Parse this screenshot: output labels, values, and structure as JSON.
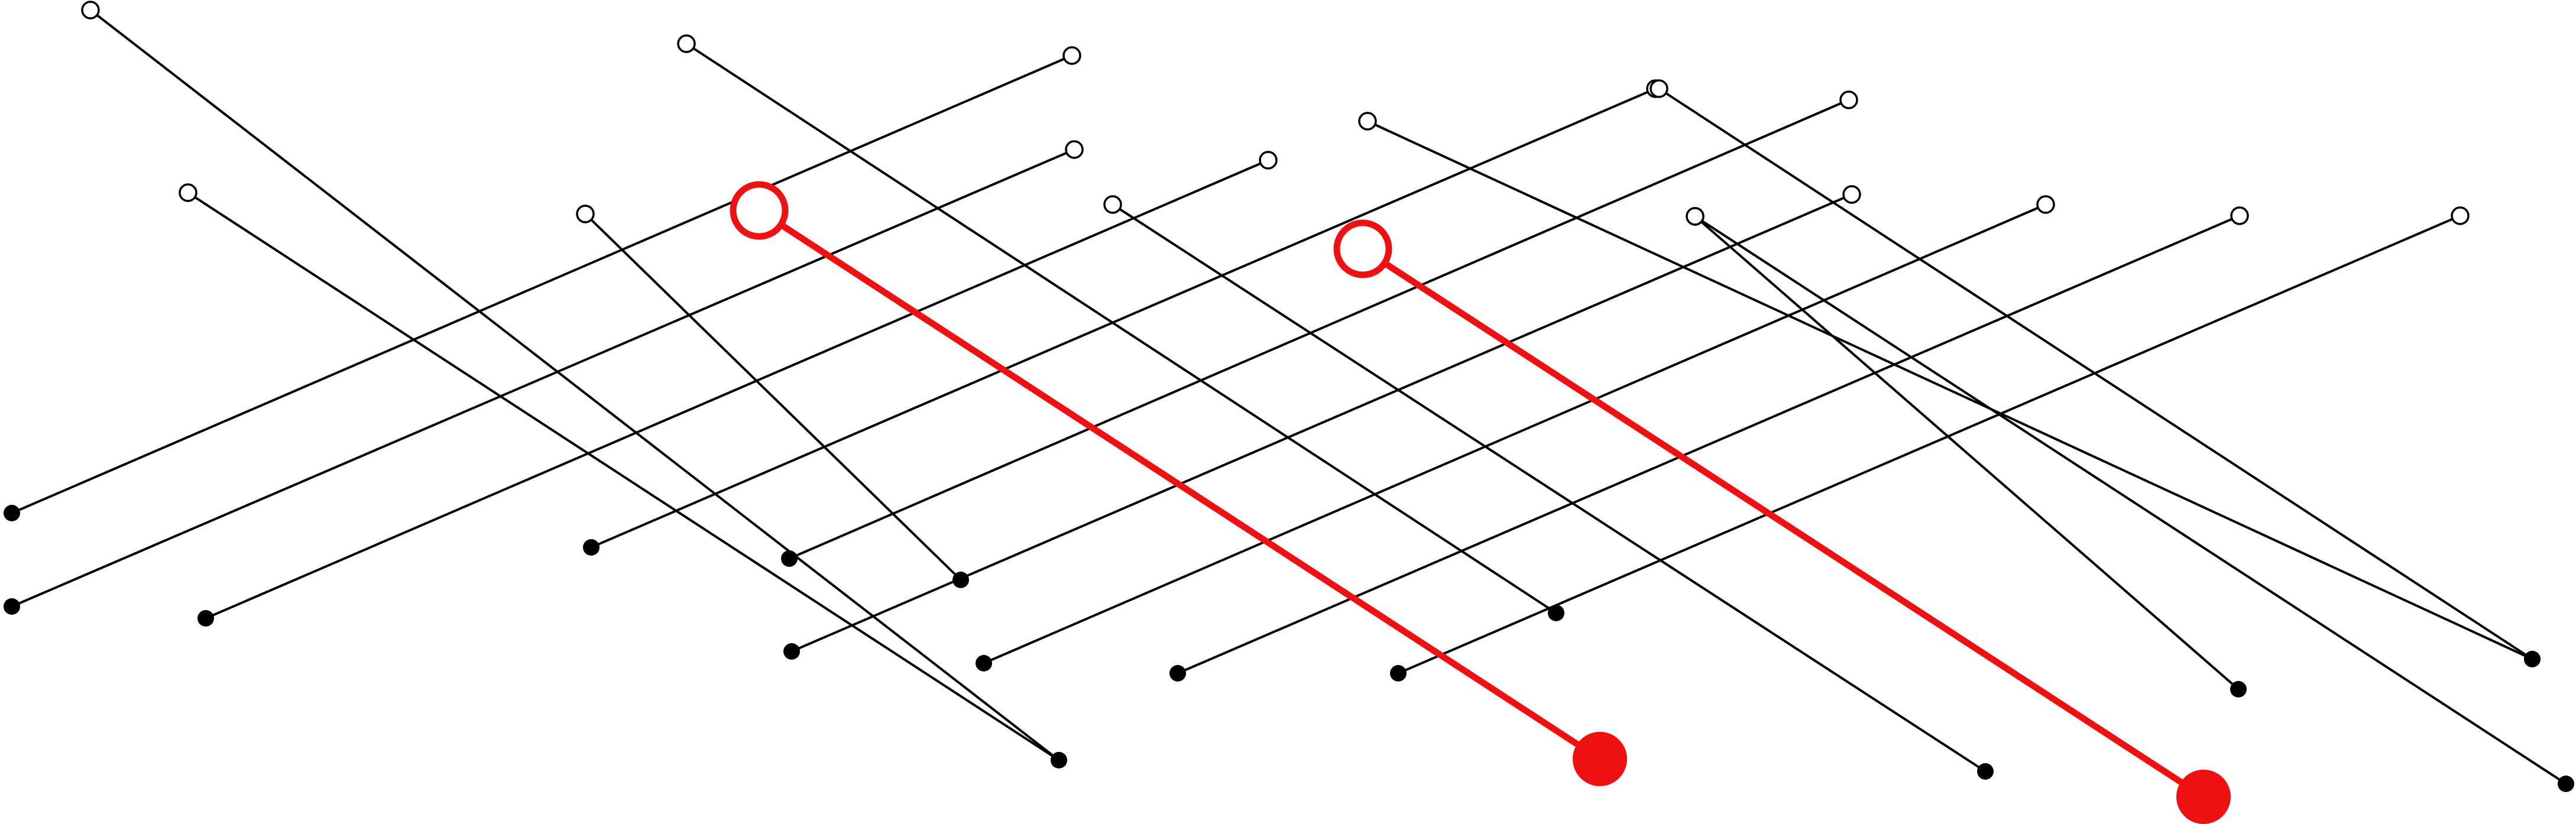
{
  "diagram": {
    "colors": {
      "background": "#ffffff",
      "segment": "#000000",
      "highlight": "#ee1111"
    },
    "segments": [
      {
        "id": "segment-01",
        "highlighted": false
      },
      {
        "id": "segment-02",
        "highlighted": false
      },
      {
        "id": "segment-03",
        "highlighted": false
      },
      {
        "id": "segment-04",
        "highlighted": false
      },
      {
        "id": "segment-05",
        "highlighted": false
      },
      {
        "id": "segment-06",
        "highlighted": false
      },
      {
        "id": "segment-07",
        "highlighted": false
      },
      {
        "id": "segment-08",
        "highlighted": false
      },
      {
        "id": "segment-09",
        "highlighted": false
      },
      {
        "id": "segment-10",
        "highlighted": false
      },
      {
        "id": "segment-11",
        "highlighted": false
      },
      {
        "id": "segment-12",
        "highlighted": false
      },
      {
        "id": "segment-13",
        "highlighted": false
      },
      {
        "id": "segment-14",
        "highlighted": false
      },
      {
        "id": "segment-15",
        "highlighted": false
      },
      {
        "id": "segment-16",
        "highlighted": false
      },
      {
        "id": "segment-17",
        "highlighted": false
      },
      {
        "id": "segment-18",
        "highlighted": false
      },
      {
        "id": "segment-19",
        "highlighted": true
      },
      {
        "id": "segment-20",
        "highlighted": true
      }
    ]
  }
}
